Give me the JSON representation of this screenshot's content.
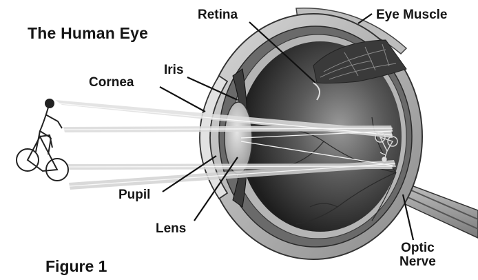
{
  "title": "The Human Eye",
  "figure_caption": "Figure 1",
  "labels": {
    "retina": "Retina",
    "eye_muscle": "Eye Muscle",
    "iris": "Iris",
    "cornea": "Cornea",
    "pupil": "Pupil",
    "lens": "Lens",
    "optic_nerve_line1": "Optic",
    "optic_nerve_line2": "Nerve"
  },
  "icons": {
    "object": "cyclist-icon",
    "projected_image": "inverted-cyclist-icon"
  }
}
